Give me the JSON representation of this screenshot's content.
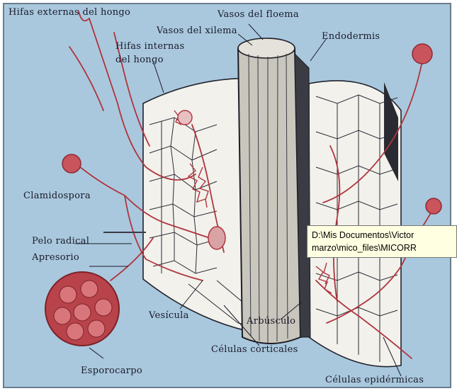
{
  "labels": {
    "hifas_externas": "Hifas externas del hongo",
    "vasos_floema": "Vasos del floema",
    "vasos_xilema": "Vasos del xilema",
    "endodermis": "Endodermis",
    "hifas_internas_1": "Hifas internas",
    "hifas_internas_2": "del hongo",
    "clamidospora": "Clamidospora",
    "pelo_radical": "Pelo radical",
    "apresorio": "Apresorio",
    "vesicula": "Vesícula",
    "arbusculo": "Arbúsculo",
    "celulas_corticales": "Células corticales",
    "esporocarpo": "Esporocarpo",
    "celulas_epidermicas": "Células epidérmicas"
  },
  "tooltip": {
    "line1": "D:\\Mis Documentos\\Victor",
    "line2": "marzo\\mico_files\\MICORR"
  },
  "colors": {
    "background": "#a9c8de",
    "hyphae": "#b0343c",
    "ink": "#1a1a28",
    "tooltip_bg": "#ffffe1"
  }
}
